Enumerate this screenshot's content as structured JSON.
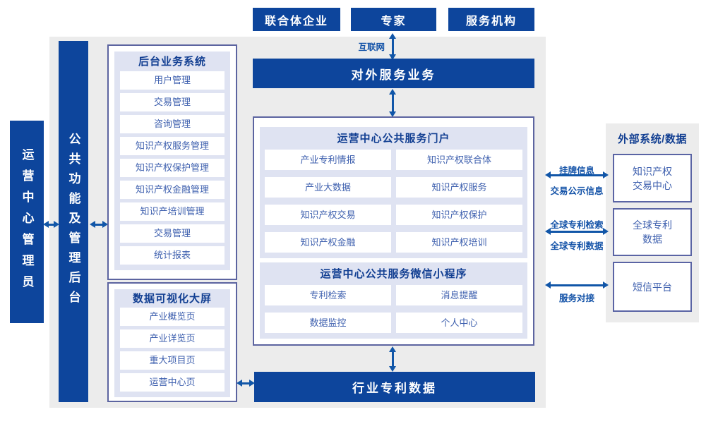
{
  "colors": {
    "primary_blue": "#0d459c",
    "arrow_blue": "#1156a8",
    "panel_lavender": "#dfe3f2",
    "background_gray": "#ececec",
    "border_blue_gray": "#5c64a0",
    "item_text_blue": "#3d5fae",
    "header_text_blue": "#123f92",
    "label_text_blue": "#1453a8"
  },
  "top_actors": [
    "联合体企业",
    "专家",
    "服务机构"
  ],
  "bars": {
    "external_service": "对外服务业务",
    "industry_patent_data": "行业专利数据",
    "operation_admin": "运营中心管理员",
    "public_backend": "公共功能及管理后台"
  },
  "connections": {
    "internet": "互联网",
    "listing_info": "挂牌信息",
    "trade_publicity_info": "交易公示信息",
    "global_patent_search": "全球专利检索",
    "global_patent_data": "全球专利数据",
    "service_dock": "服务对接"
  },
  "backend_system": {
    "title": "后台业务系统",
    "items": [
      "用户管理",
      "交易管理",
      "咨询管理",
      "知识产权服务管理",
      "知识产权保护管理",
      "知识产权金融管理",
      "知识产培训管理",
      "交易管理",
      "统计报表"
    ]
  },
  "data_screen": {
    "title": "数据可视化大屏",
    "items": [
      "产业概览页",
      "产业详览页",
      "重大项目页",
      "运营中心页"
    ]
  },
  "portal": {
    "title": "运营中心公共服务门户",
    "items": [
      "产业专利情报",
      "知识产权联合体",
      "产业大数据",
      "知识产权服务",
      "知识产权交易",
      "知识产权保护",
      "知识产权金融",
      "知识产权培训"
    ]
  },
  "miniprogram": {
    "title": "运营中心公共服务微信小程序",
    "items": [
      "专利检索",
      "消息提醒",
      "数据监控",
      "个人中心"
    ]
  },
  "external_panel": {
    "title": "外部系统/数据",
    "items": [
      "知识产权\n交易中心",
      "全球专利\n数据",
      "短信平台"
    ]
  }
}
